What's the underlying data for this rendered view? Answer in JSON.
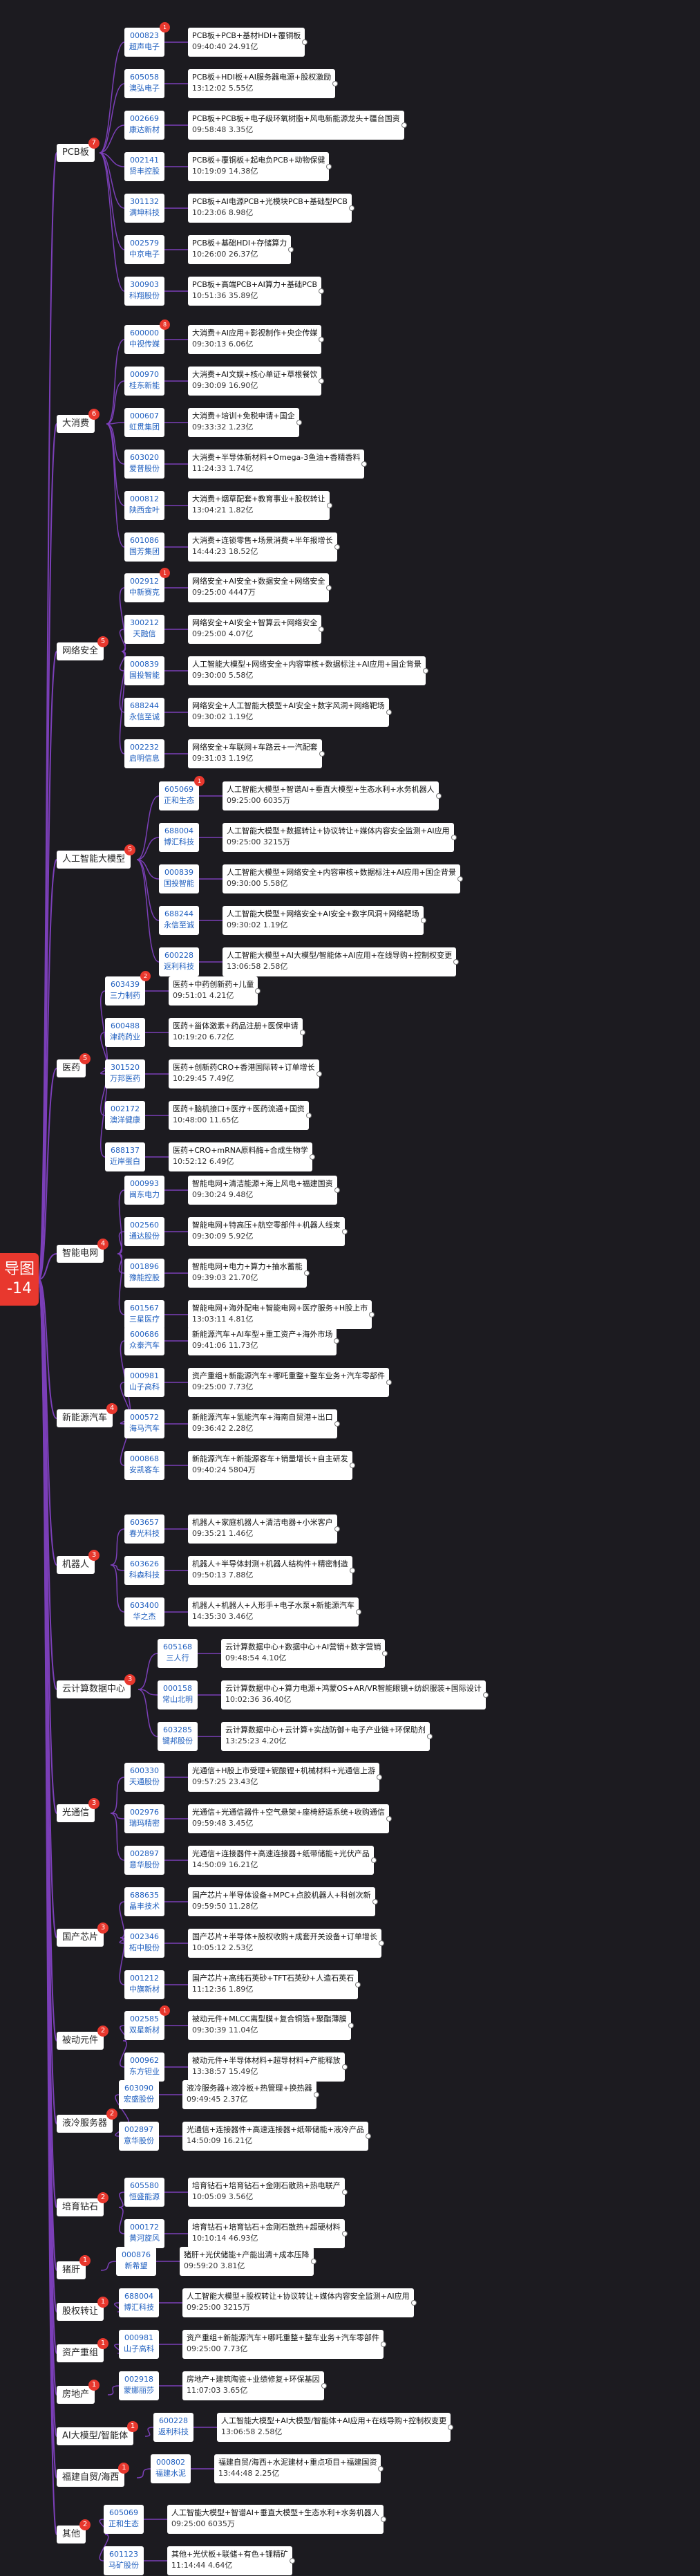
{
  "root": {
    "line1": "导图",
    "line2": "-14"
  },
  "sections": [
    {
      "name": "PCB板",
      "count": "7",
      "items": [
        {
          "code": "000823",
          "name": "超声电子",
          "hot": "1",
          "theme": "PCB板+PCB+基材HDI+覆铜板",
          "time": "09:40:40",
          "amt": "24.91亿"
        },
        {
          "code": "605058",
          "name": "澳弘电子",
          "hot": "",
          "theme": "PCB板+HDI板+AI服务器电源+股权激励",
          "time": "13:12:02",
          "amt": "5.55亿"
        },
        {
          "code": "002669",
          "name": "康达新材",
          "hot": "",
          "theme": "PCB板+PCB板+电子级环氧树脂+风电新能源龙头+疆台国资",
          "time": "09:58:48",
          "amt": "3.35亿"
        },
        {
          "code": "002141",
          "name": "贤丰控股",
          "hot": "",
          "theme": "PCB板+覆铜板+起电负PCB+动物保健",
          "time": "10:19:09",
          "amt": "14.38亿"
        },
        {
          "code": "301132",
          "name": "满坤科技",
          "hot": "",
          "theme": "PCB板+AI电源PCB+光模块PCB+基础型PCB",
          "time": "10:23:06",
          "amt": "8.98亿"
        },
        {
          "code": "002579",
          "name": "中京电子",
          "hot": "",
          "theme": "PCB板+基础HDI+存储算力",
          "time": "10:26:00",
          "amt": "26.37亿"
        },
        {
          "code": "300903",
          "name": "科翔股份",
          "hot": "",
          "theme": "PCB板+高端PCB+AI算力+基础PCB",
          "time": "10:51:36",
          "amt": "35.89亿"
        }
      ]
    },
    {
      "name": "大消费",
      "count": "6",
      "items": [
        {
          "code": "600000",
          "name": "中视传媒",
          "hot": "8",
          "theme": "大消费+AI应用+影视制作+央企传媒",
          "time": "09:30:13",
          "amt": "6.06亿"
        },
        {
          "code": "000970",
          "name": "桂东新能",
          "hot": "",
          "theme": "大消费+AI文娱+核心单证+草根餐饮",
          "time": "09:30:09",
          "amt": "16.90亿"
        },
        {
          "code": "000607",
          "name": "虹贯集团",
          "hot": "",
          "theme": "大消费+培训+免税申请+国企",
          "time": "09:33:32",
          "amt": "1.23亿"
        },
        {
          "code": "603020",
          "name": "爱普股份",
          "hot": "",
          "theme": "大消费+半导体新材料+Omega-3鱼油+香精香料",
          "time": "11:24:33",
          "amt": "1.74亿"
        },
        {
          "code": "000812",
          "name": "陕西金叶",
          "hot": "",
          "theme": "大消费+烟草配套+教育事业+股权转让",
          "time": "13:04:21",
          "amt": "1.82亿"
        },
        {
          "code": "601086",
          "name": "国芳集团",
          "hot": "",
          "theme": "大消费+连锁零售+场景消费+半年报增长",
          "time": "14:44:23",
          "amt": "18.52亿"
        }
      ]
    },
    {
      "name": "网络安全",
      "count": "5",
      "items": [
        {
          "code": "002912",
          "name": "中新赛克",
          "hot": "1",
          "theme": "网络安全+AI安全+数据安全+网络安全",
          "time": "09:25:00",
          "amt": "4447万"
        },
        {
          "code": "300212",
          "name": "天融信",
          "hot": "",
          "theme": "网络安全+AI安全+智算云+网络安全",
          "time": "09:25:00",
          "amt": "4.07亿"
        },
        {
          "code": "000839",
          "name": "国投智能",
          "hot": "",
          "theme": "人工智能大模型+网络安全+内容审核+数据标注+AI应用+国企背景",
          "time": "09:30:00",
          "amt": "5.58亿"
        },
        {
          "code": "688244",
          "name": "永信至诚",
          "hot": "",
          "theme": "网络安全+人工智能大模型+AI安全+数字风洞+网络靶场",
          "time": "09:30:02",
          "amt": "1.19亿"
        },
        {
          "code": "002232",
          "name": "启明信息",
          "hot": "",
          "theme": "网络安全+车联网+车路云+一汽配套",
          "time": "09:31:03",
          "amt": "1.19亿"
        }
      ]
    },
    {
      "name": "人工智能大模型",
      "count": "5",
      "items": [
        {
          "code": "605069",
          "name": "正和生态",
          "hot": "1",
          "theme": "人工智能大模型+智谱AI+垂直大模型+生态水利+水务机器人",
          "time": "09:25:00",
          "amt": "6035万"
        },
        {
          "code": "688004",
          "name": "博汇科技",
          "hot": "",
          "theme": "人工智能大模型+数据转让+协议转让+媒体内容安全监测+AI应用",
          "time": "09:25:00",
          "amt": "3215万"
        },
        {
          "code": "000839",
          "name": "国投智能",
          "hot": "",
          "theme": "人工智能大模型+网络安全+内容审核+数据标注+AI应用+国企背景",
          "time": "09:30:00",
          "amt": "5.58亿"
        },
        {
          "code": "688244",
          "name": "永信至诚",
          "hot": "",
          "theme": "人工智能大模型+网络安全+AI安全+数字风洞+网络靶场",
          "time": "09:30:02",
          "amt": "1.19亿"
        },
        {
          "code": "600228",
          "name": "返利科技",
          "hot": "",
          "theme": "人工智能大模型+AI大模型/智能体+AI应用+在线导购+控制权变更",
          "time": "13:06:58",
          "amt": "2.58亿"
        }
      ]
    },
    {
      "name": "医药",
      "count": "5",
      "items": [
        {
          "code": "603439",
          "name": "三力制药",
          "hot": "2",
          "theme": "医药+中药创新药+儿童",
          "time": "09:51:01",
          "amt": "4.21亿"
        },
        {
          "code": "600488",
          "name": "津药药业",
          "hot": "",
          "theme": "医药+甾体激素+药品注册+医保申请",
          "time": "10:19:20",
          "amt": "6.72亿"
        },
        {
          "code": "301520",
          "name": "万邦医药",
          "hot": "",
          "theme": "医药+创新药CRO+香港国际转+订单增长",
          "time": "10:29:45",
          "amt": "7.49亿"
        },
        {
          "code": "002172",
          "name": "澳洋健康",
          "hot": "",
          "theme": "医药+脑机接口+医疗+医药流通+国资",
          "time": "10:48:00",
          "amt": "11.65亿"
        },
        {
          "code": "688137",
          "name": "近岸蛋白",
          "hot": "",
          "theme": "医药+CRO+mRNA原料酶+合成生物学",
          "time": "10:52:12",
          "amt": "6.49亿"
        }
      ]
    },
    {
      "name": "智能电网",
      "count": "4",
      "items": [
        {
          "code": "000993",
          "name": "闽东电力",
          "hot": "",
          "theme": "智能电网+清洁能源+海上风电+福建国资",
          "time": "09:30:24",
          "amt": "9.48亿"
        },
        {
          "code": "002560",
          "name": "通达股份",
          "hot": "",
          "theme": "智能电网+特高压+航空零部件+机器人线束",
          "time": "09:30:09",
          "amt": "5.92亿"
        },
        {
          "code": "001896",
          "name": "豫能控股",
          "hot": "",
          "theme": "智能电网+电力+算力+抽水蓄能",
          "time": "09:39:03",
          "amt": "21.70亿"
        },
        {
          "code": "601567",
          "name": "三星医疗",
          "hot": "",
          "theme": "智能电网+海外配电+智能电网+医疗服务+H股上市",
          "time": "13:03:11",
          "amt": "4.81亿"
        }
      ]
    },
    {
      "name": "新能源汽车",
      "count": "4",
      "items": [
        {
          "code": "600686",
          "name": "众泰汽车",
          "hot": "",
          "theme": "新能源汽车+AI车型+重工资产+海外市场",
          "time": "09:41:06",
          "amt": "11.73亿"
        },
        {
          "code": "000981",
          "name": "山子高科",
          "hot": "",
          "theme": "资产重组+新能源汽车+哪吒重整+整车业务+汽车零部件",
          "time": "09:25:00",
          "amt": "7.73亿"
        },
        {
          "code": "000572",
          "name": "海马汽车",
          "hot": "",
          "theme": "新能源汽车+氢能汽车+海南自贸港+出口",
          "time": "09:36:42",
          "amt": "2.28亿"
        },
        {
          "code": "000868",
          "name": "安凯客车",
          "hot": "",
          "theme": "新能源汽车+新能源客车+销量增长+自主研发",
          "time": "09:40:24",
          "amt": "5804万"
        }
      ]
    },
    {
      "name": "机器人",
      "count": "3",
      "items": [
        {
          "code": "603657",
          "name": "春光科技",
          "hot": "",
          "theme": "机器人+家庭机器人+清洁电器+小米客户",
          "time": "09:35:21",
          "amt": "1.46亿"
        },
        {
          "code": "603626",
          "name": "科森科技",
          "hot": "",
          "theme": "机器人+半导体封测+机器人结构件+精密制造",
          "time": "09:50:13",
          "amt": "7.88亿"
        },
        {
          "code": "603400",
          "name": "华之杰",
          "hot": "",
          "theme": "机器人+机器人+人形手+电子水泵+新能源汽车",
          "time": "14:35:30",
          "amt": "3.46亿"
        }
      ]
    },
    {
      "name": "云计算数据中心",
      "count": "3",
      "items": [
        {
          "code": "605168",
          "name": "三人行",
          "hot": "",
          "theme": "云计算数据中心+数据中心+AI营销+数字营销",
          "time": "09:48:54",
          "amt": "4.10亿"
        },
        {
          "code": "000158",
          "name": "常山北明",
          "hot": "",
          "theme": "云计算数据中心+算力电源+鸿蒙OS+AR/VR智能眼镜+纺织服装+国际设计",
          "time": "10:02:36",
          "amt": "36.40亿"
        },
        {
          "code": "603285",
          "name": "键邦股份",
          "hot": "",
          "theme": "云计算数据中心+云计算+实战防御+电子产业链+环保助剂",
          "time": "13:25:23",
          "amt": "4.20亿"
        }
      ]
    },
    {
      "name": "光通信",
      "count": "3",
      "items": [
        {
          "code": "600330",
          "name": "天通股份",
          "hot": "",
          "theme": "光通信+H股上市受理+铌酸锂+机械材料+光通信上游",
          "time": "09:57:25",
          "amt": "23.43亿"
        },
        {
          "code": "002976",
          "name": "瑞玛精密",
          "hot": "",
          "theme": "光通信+光通信器件+空气悬架+座椅舒适系统+收购通信",
          "time": "09:59:48",
          "amt": "3.45亿"
        },
        {
          "code": "002897",
          "name": "意华股份",
          "hot": "",
          "theme": "光通信+连接器件+高速连接器+纸带储能+光伏产品",
          "time": "14:50:09",
          "amt": "16.21亿"
        }
      ]
    },
    {
      "name": "国产芯片",
      "count": "3",
      "items": [
        {
          "code": "688635",
          "name": "晶丰技术",
          "hot": "",
          "theme": "国产芯片+半导体设备+MPC+点胶机器人+科创次新",
          "time": "09:59:50",
          "amt": "11.28亿"
        },
        {
          "code": "002346",
          "name": "柘中股份",
          "hot": "",
          "theme": "国产芯片+半导体+股权收购+成套开关设备+订单增长",
          "time": "10:05:12",
          "amt": "2.53亿"
        },
        {
          "code": "001212",
          "name": "中旗新材",
          "hot": "",
          "theme": "国产芯片+高纯石英砂+TFT石英砂+人造石英石",
          "time": "11:12:36",
          "amt": "1.89亿"
        }
      ]
    },
    {
      "name": "被动元件",
      "count": "2",
      "items": [
        {
          "code": "002585",
          "name": "双星新材",
          "hot": "1",
          "theme": "被动元件+MLCC离型膜+复合铜箔+聚酯薄膜",
          "time": "09:30:39",
          "amt": "11.04亿"
        },
        {
          "code": "000962",
          "name": "东方钽业",
          "hot": "",
          "theme": "被动元件+半导体材料+超导材料+产能释放",
          "time": "13:38:57",
          "amt": "15.49亿"
        }
      ]
    },
    {
      "name": "液冷服务器",
      "count": "2",
      "items": [
        {
          "code": "603090",
          "name": "宏盛股份",
          "hot": "",
          "theme": "液冷服务器+液冷板+热管理+换热器",
          "time": "09:49:45",
          "amt": "2.37亿"
        },
        {
          "code": "002897",
          "name": "意华股份",
          "hot": "",
          "theme": "光通信+连接器件+高速连接器+纸带储能+液冷产品",
          "time": "14:50:09",
          "amt": "16.21亿"
        }
      ]
    },
    {
      "name": "培育钻石",
      "count": "2",
      "items": [
        {
          "code": "605580",
          "name": "恒盛能源",
          "hot": "",
          "theme": "培育钻石+培育钻石+金刚石散热+热电联产",
          "time": "10:05:09",
          "amt": "3.56亿"
        },
        {
          "code": "000172",
          "name": "黄河旋风",
          "hot": "",
          "theme": "培育钻石+培育钻石+金刚石散热+超硬材料",
          "time": "10:10:14",
          "amt": "46.93亿"
        }
      ]
    },
    {
      "name": "猪肝",
      "count": "1",
      "items": [
        {
          "code": "000876",
          "name": "新希望",
          "hot": "",
          "theme": "猪肝+光伏储能+产能出清+成本压降",
          "time": "09:59:20",
          "amt": "3.81亿"
        }
      ]
    },
    {
      "name": "股权转让",
      "count": "1",
      "items": [
        {
          "code": "688004",
          "name": "博汇科技",
          "hot": "",
          "theme": "人工智能大模型+股权转让+协议转让+媒体内容安全监测+AI应用",
          "time": "09:25:00",
          "amt": "3215万"
        }
      ]
    },
    {
      "name": "资产重组",
      "count": "1",
      "items": [
        {
          "code": "000981",
          "name": "山子高科",
          "hot": "",
          "theme": "资产重组+新能源汽车+哪吒重整+整车业务+汽车零部件",
          "time": "09:25:00",
          "amt": "7.73亿"
        }
      ]
    },
    {
      "name": "房地产",
      "count": "1",
      "items": [
        {
          "code": "002918",
          "name": "蒙娜丽莎",
          "hot": "",
          "theme": "房地产+建筑陶瓷+业绩修复+环保基因",
          "time": "11:07:03",
          "amt": "3.65亿"
        }
      ]
    },
    {
      "name": "AI大模型/智能体",
      "count": "1",
      "items": [
        {
          "code": "600228",
          "name": "返利科技",
          "hot": "",
          "theme": "人工智能大模型+AI大模型/智能体+AI应用+在线导购+控制权变更",
          "time": "13:06:58",
          "amt": "2.58亿"
        }
      ]
    },
    {
      "name": "福建自贸/海西",
      "count": "1",
      "items": [
        {
          "code": "000802",
          "name": "福建水泥",
          "hot": "",
          "theme": "福建自贸/海西+水泥建材+重点项目+福建国资",
          "time": "13:44:48",
          "amt": "2.25亿"
        }
      ]
    },
    {
      "name": "其他",
      "count": "2",
      "items": [
        {
          "code": "605069",
          "name": "正和生态",
          "hot": "",
          "theme": "人工智能大模型+智谱AI+垂直大模型+生态水利+水务机器人",
          "time": "09:25:00",
          "amt": "6035万"
        },
        {
          "code": "601123",
          "name": "马矿股份",
          "hot": "",
          "theme": "其他+光伏板+联储+有色+锂精矿",
          "time": "11:14:44",
          "amt": "4.64亿"
        }
      ]
    }
  ]
}
